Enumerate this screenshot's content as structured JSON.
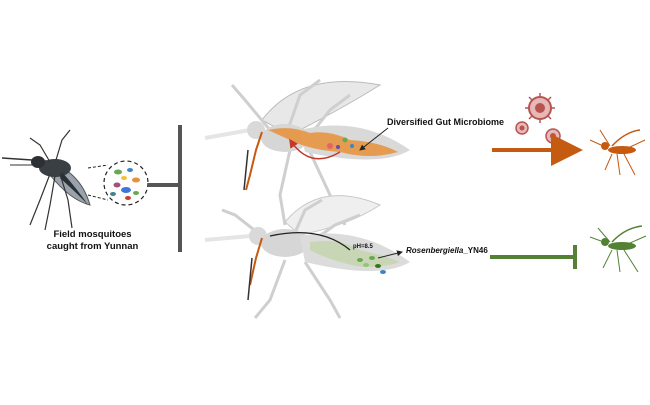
{
  "labels": {
    "field_line1": "Field mosquitoes",
    "field_line2": "caught from Yunnan",
    "gut_microbiome": "Diversified Gut Microbiome",
    "ph": "pH=8.5",
    "bacterium_italic": "Rosenbergiella",
    "bacterium_suffix": "_YN46"
  },
  "colors": {
    "infected_orange": "#c55a11",
    "protected_green": "#548235",
    "bracket_gray": "#555555",
    "mosquito_gray": "#cfcfcf",
    "virus_red": "#b85450"
  },
  "icons": {
    "virus": "virus-particle-icon",
    "bacteria": "bacteria-cluster-icon"
  }
}
